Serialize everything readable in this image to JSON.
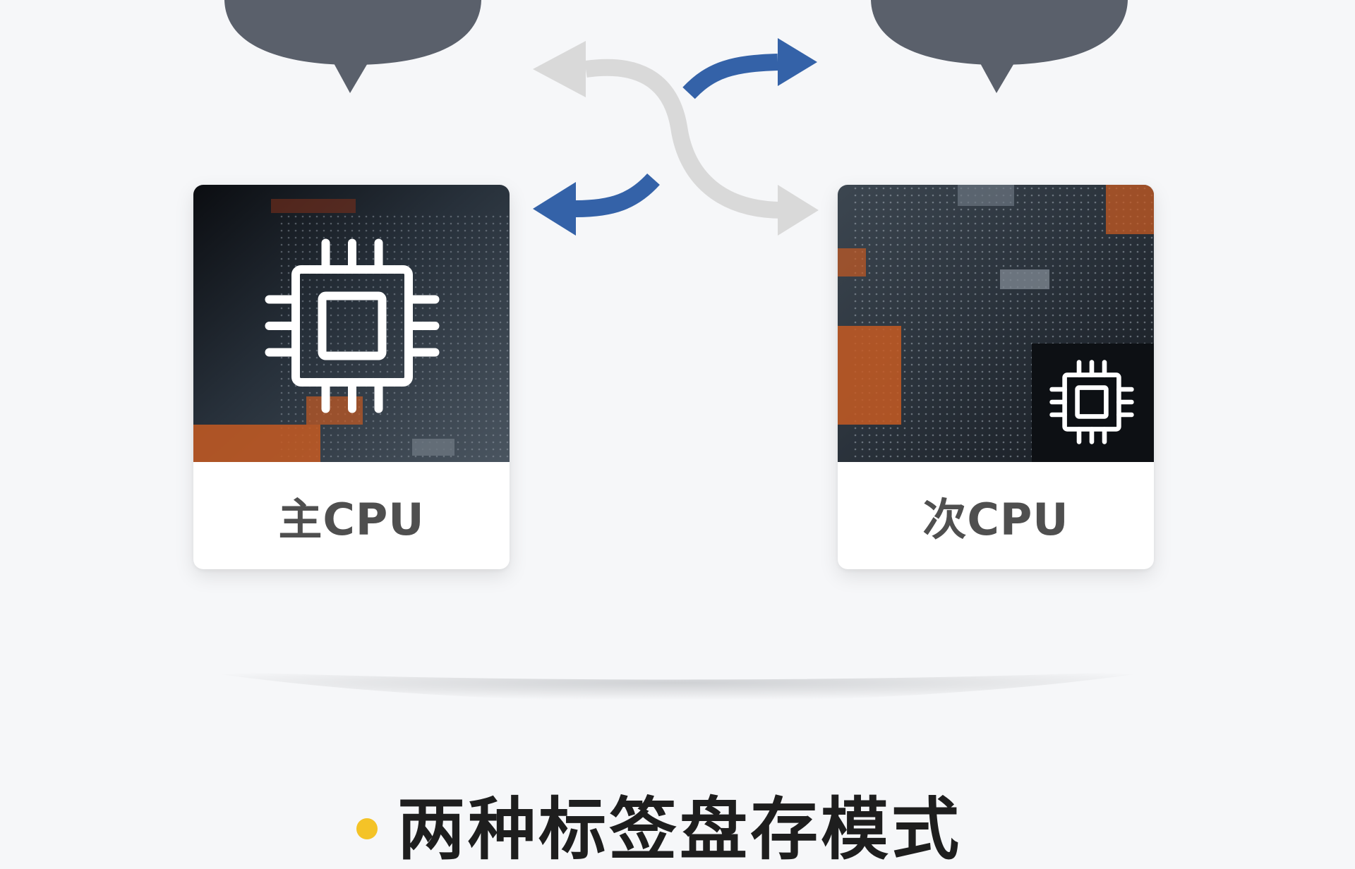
{
  "cards": {
    "primary": {
      "label": "主CPU",
      "icon": "cpu-chip-icon"
    },
    "secondary": {
      "label": "次CPU",
      "icon": "cpu-chip-icon"
    }
  },
  "bubbles": [
    "speech-bubble",
    "speech-bubble"
  ],
  "arrows": {
    "crossing": "gray-crossing-arrows",
    "exchange": "blue-exchange-arrows"
  },
  "section": {
    "heading": "两种标签盘存模式"
  },
  "colors": {
    "background": "#f6f7f9",
    "bubble": "#5a606b",
    "arrow_blue": "#3462a8",
    "arrow_gray": "#d9d9d9",
    "label_text": "#4f4f4f",
    "accent_dot": "#f4c327"
  }
}
